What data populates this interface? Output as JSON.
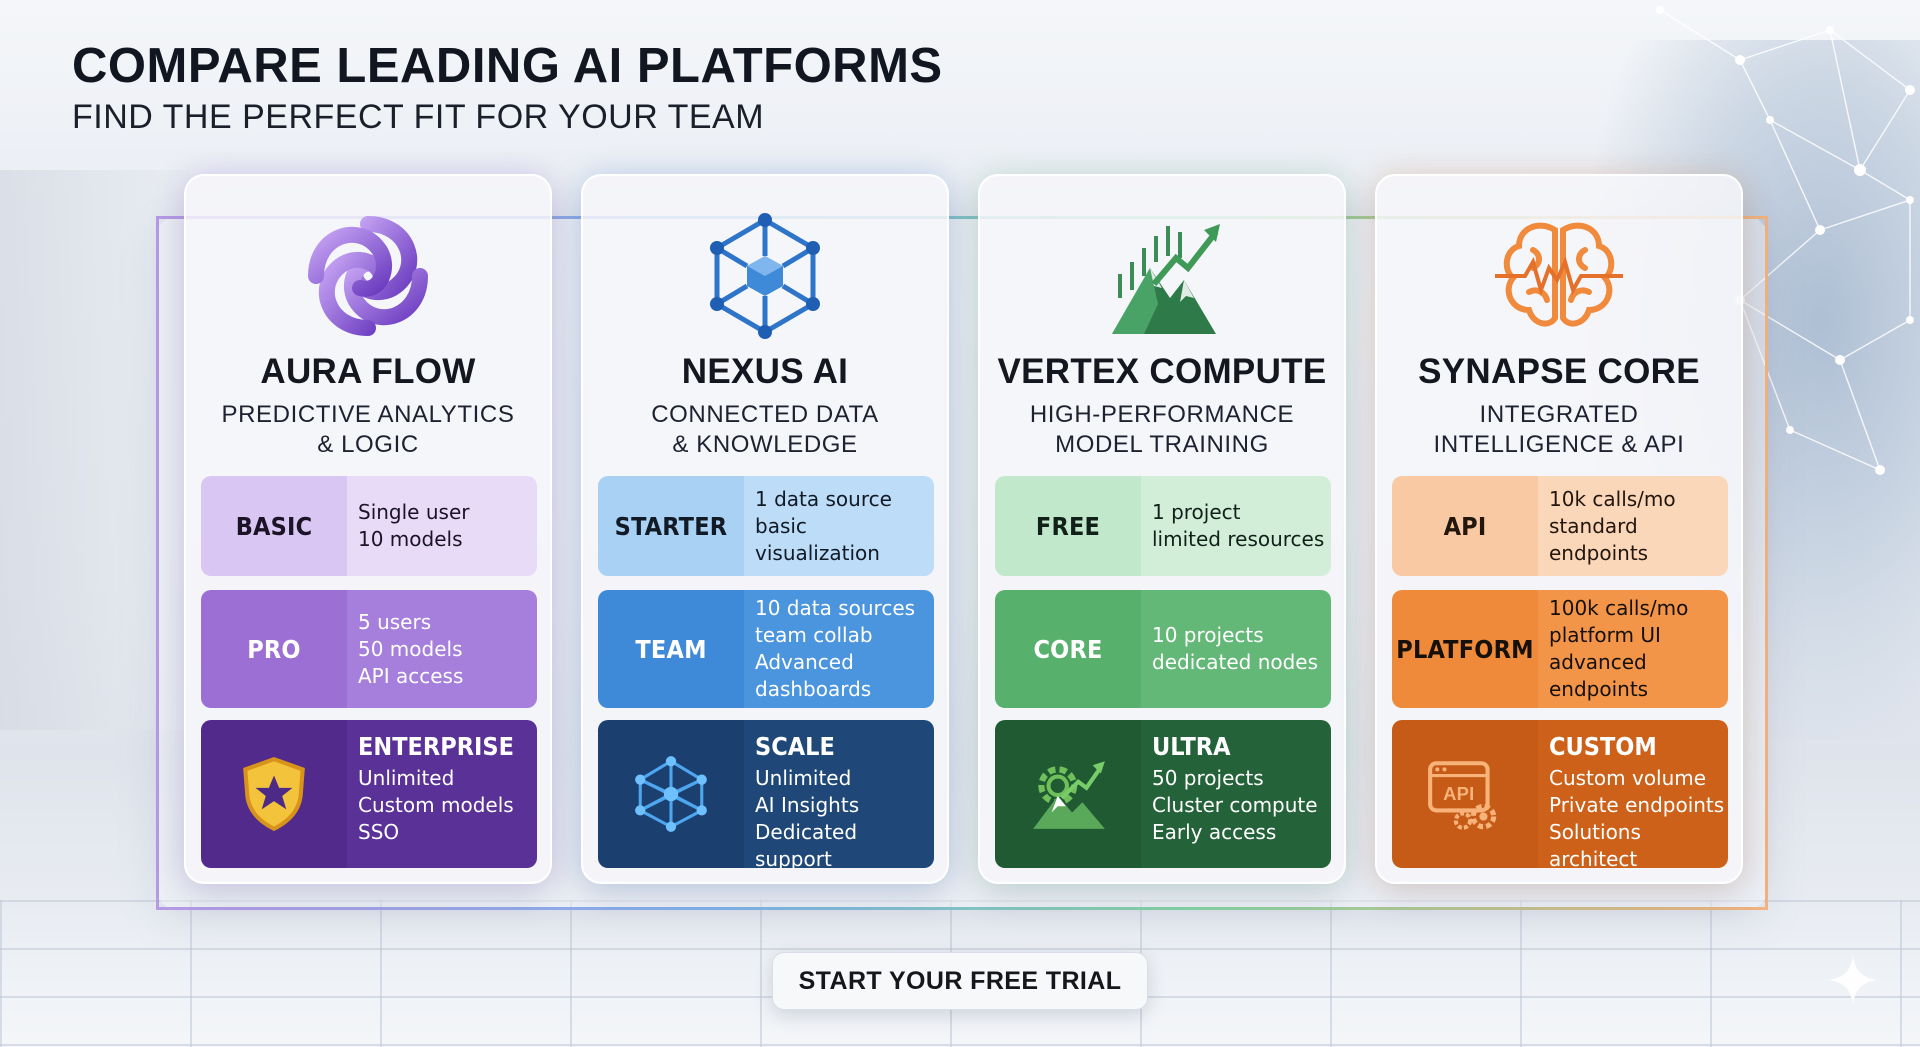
{
  "header": {
    "title": "COMPARE LEADING AI PLATFORMS",
    "subtitle": "FIND THE PERFECT FIT FOR YOUR TEAM"
  },
  "colors": {
    "purple": "#5a3196",
    "blue": "#1f4878",
    "green": "#24633a",
    "orange": "#cd6119"
  },
  "platforms": [
    {
      "name": "AURA FLOW",
      "tagline_line1": "PREDICTIVE ANALYTICS",
      "tagline_line2": "& LOGIC",
      "logo_icon": "swirl-knot-icon",
      "tiers": [
        {
          "label": "BASIC",
          "lines": [
            "Single user",
            "10 models"
          ]
        },
        {
          "label": "PRO",
          "lines": [
            "5 users",
            "50 models",
            "API access"
          ]
        },
        {
          "label": "ENTERPRISE",
          "icon": "shield-star-icon",
          "lines": [
            "Unlimited",
            "Custom models",
            "SSO"
          ]
        }
      ]
    },
    {
      "name": "NEXUS AI",
      "tagline_line1": "CONNECTED DATA",
      "tagline_line2": "& KNOWLEDGE",
      "logo_icon": "cube-network-icon",
      "tiers": [
        {
          "label": "STARTER",
          "lines": [
            "1 data source",
            "basic visualization"
          ]
        },
        {
          "label": "TEAM",
          "lines": [
            "10 data sources",
            "team collab",
            "Advanced dashboards"
          ]
        },
        {
          "label": "SCALE",
          "icon": "network-graph-icon",
          "lines": [
            "Unlimited",
            "AI Insights",
            "Dedicated support"
          ]
        }
      ]
    },
    {
      "name": "VERTEX COMPUTE",
      "tagline_line1": "HIGH-PERFORMANCE",
      "tagline_line2": "MODEL TRAINING",
      "logo_icon": "mountain-growth-icon",
      "tiers": [
        {
          "label": "FREE",
          "lines": [
            "1 project",
            "limited resources"
          ]
        },
        {
          "label": "CORE",
          "lines": [
            "10 projects",
            "dedicated nodes"
          ]
        },
        {
          "label": "ULTRA",
          "icon": "gear-mountain-icon",
          "lines": [
            "50 projects",
            "Cluster compute",
            "Early access"
          ]
        }
      ]
    },
    {
      "name": "SYNAPSE CORE",
      "tagline_line1": "INTEGRATED",
      "tagline_line2": "INTELLIGENCE & API",
      "logo_icon": "brain-pulse-icon",
      "tiers": [
        {
          "label": "API",
          "lines": [
            "10k calls/mo",
            "standard endpoints"
          ]
        },
        {
          "label": "PLATFORM",
          "lines": [
            "100k calls/mo",
            "platform UI",
            "advanced endpoints"
          ]
        },
        {
          "label": "CUSTOM",
          "icon": "api-gear-icon",
          "icon_text": "API",
          "lines": [
            "Custom volume",
            "Private endpoints",
            "Solutions architect"
          ]
        }
      ]
    }
  ],
  "cta": {
    "label": "START YOUR FREE TRIAL"
  }
}
